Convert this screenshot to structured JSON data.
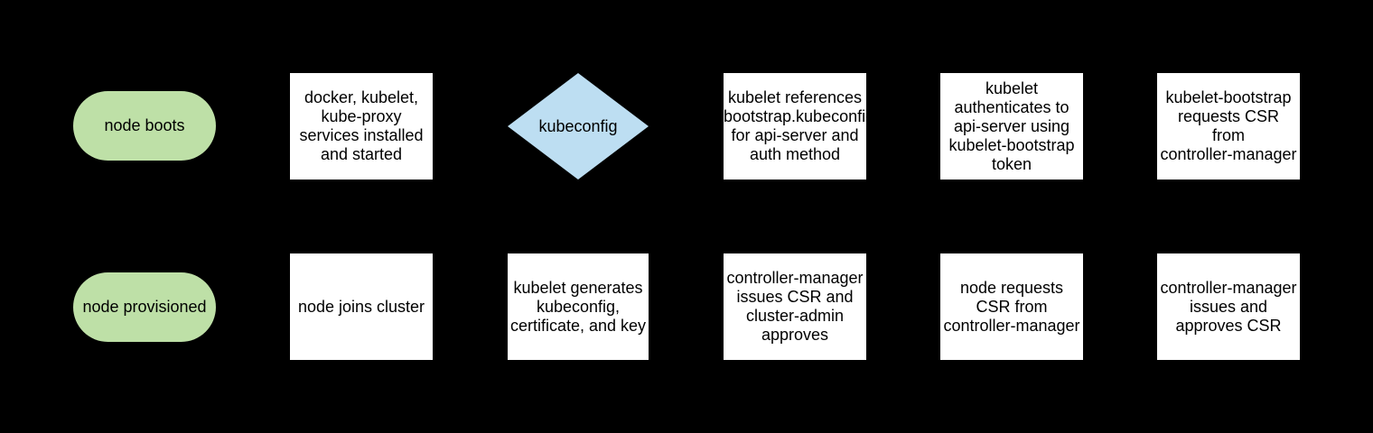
{
  "diagram": {
    "background": "#000000",
    "colors": {
      "terminator_fill": "#bee0a7",
      "decision_fill": "#bddef2",
      "process_fill": "#ffffff",
      "text": "#000000"
    },
    "rows": [
      {
        "name": "row-1",
        "nodes": [
          {
            "type": "terminator",
            "label": "node boots"
          },
          {
            "type": "process",
            "label": "docker, kubelet,\nkube-proxy\nservices installed\nand started"
          },
          {
            "type": "decision",
            "label": "kubeconfig"
          },
          {
            "type": "process",
            "label": "kubelet references\nbootstrap.kubeconfig\nfor api-server and\nauth method"
          },
          {
            "type": "process",
            "label": "kubelet\nauthenticates to\napi-server using\nkubelet-bootstrap\ntoken"
          },
          {
            "type": "process",
            "label": "kubelet-bootstrap\nrequests CSR\nfrom\ncontroller-manager"
          }
        ]
      },
      {
        "name": "row-2",
        "nodes": [
          {
            "type": "terminator",
            "label": "node provisioned"
          },
          {
            "type": "process",
            "label": "node joins cluster"
          },
          {
            "type": "process",
            "label": "kubelet generates\nkubeconfig,\ncertificate, and key"
          },
          {
            "type": "process",
            "label": "controller-manager\nissues CSR and\ncluster-admin\napproves"
          },
          {
            "type": "process",
            "label": "node requests\nCSR from\ncontroller-manager"
          },
          {
            "type": "process",
            "label": "controller-manager\nissues and\napproves CSR"
          }
        ]
      }
    ]
  }
}
